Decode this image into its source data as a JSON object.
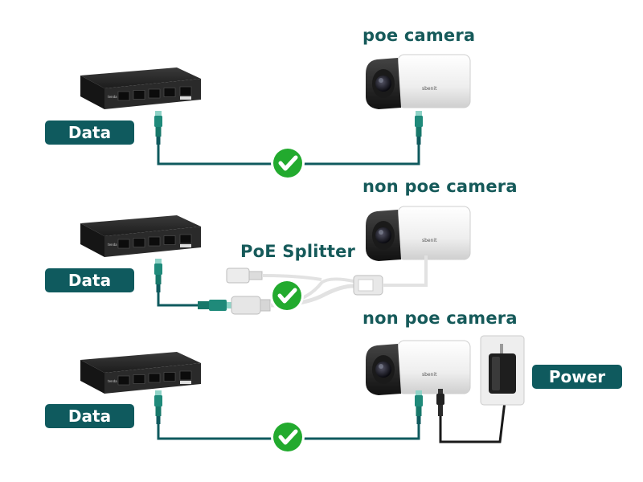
{
  "labels": {
    "poe_camera": "poe camera",
    "non_poe_camera_1": "non poe camera",
    "non_poe_camera_2": "non poe camera",
    "poe_splitter": "PoE Splitter"
  },
  "tags": {
    "data_1": "Data",
    "data_2": "Data",
    "data_3": "Data",
    "power": "Power"
  },
  "brand": {
    "switch_logo": "tenda",
    "camera_logo": "sbenit"
  },
  "colors": {
    "teal": "#0f5a5e",
    "label_teal": "#165a5a",
    "check_green": "#22aa2e",
    "connector_teal": "#1f8a7a"
  },
  "icons": [
    "network-switch-icon",
    "bullet-camera-icon",
    "rj45-connector-icon",
    "check-icon",
    "power-adapter-icon",
    "poe-splitter-icon"
  ]
}
